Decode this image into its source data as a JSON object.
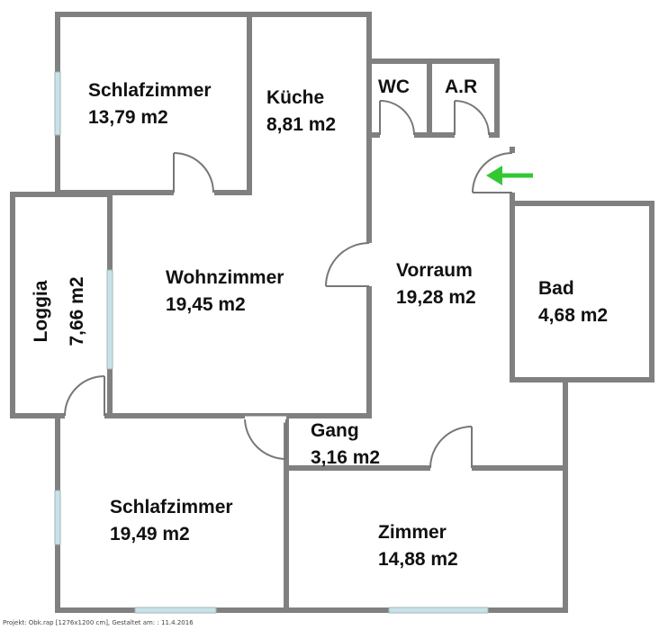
{
  "plan": {
    "wall_color": "#808080",
    "window_color": "#c9e2e7",
    "door_color": "#777777",
    "arrow_color": "#33c833",
    "rooms": [
      {
        "id": "schlafzimmer-1",
        "name": "Schlafzimmer",
        "area": "13,79 m2"
      },
      {
        "id": "kueche",
        "name": "Küche",
        "area": "8,81 m2"
      },
      {
        "id": "wc",
        "name": "WC",
        "area": ""
      },
      {
        "id": "ar",
        "name": "A.R",
        "area": ""
      },
      {
        "id": "loggia",
        "name": "Loggia",
        "area": "7,66 m2"
      },
      {
        "id": "wohnzimmer",
        "name": "Wohnzimmer",
        "area": "19,45 m2"
      },
      {
        "id": "vorraum",
        "name": "Vorraum",
        "area": "19,28 m2"
      },
      {
        "id": "bad",
        "name": "Bad",
        "area": "4,68 m2"
      },
      {
        "id": "gang",
        "name": "Gang",
        "area": "3,16 m2"
      },
      {
        "id": "schlafzimmer-2",
        "name": "Schlafzimmer",
        "area": "19,49 m2"
      },
      {
        "id": "zimmer",
        "name": "Zimmer",
        "area": "14,88 m2"
      }
    ]
  },
  "footer": {
    "text": "Projekt: Obk.rap [1276x1200 cm], Gestaltet am: : 11.4.2016"
  }
}
